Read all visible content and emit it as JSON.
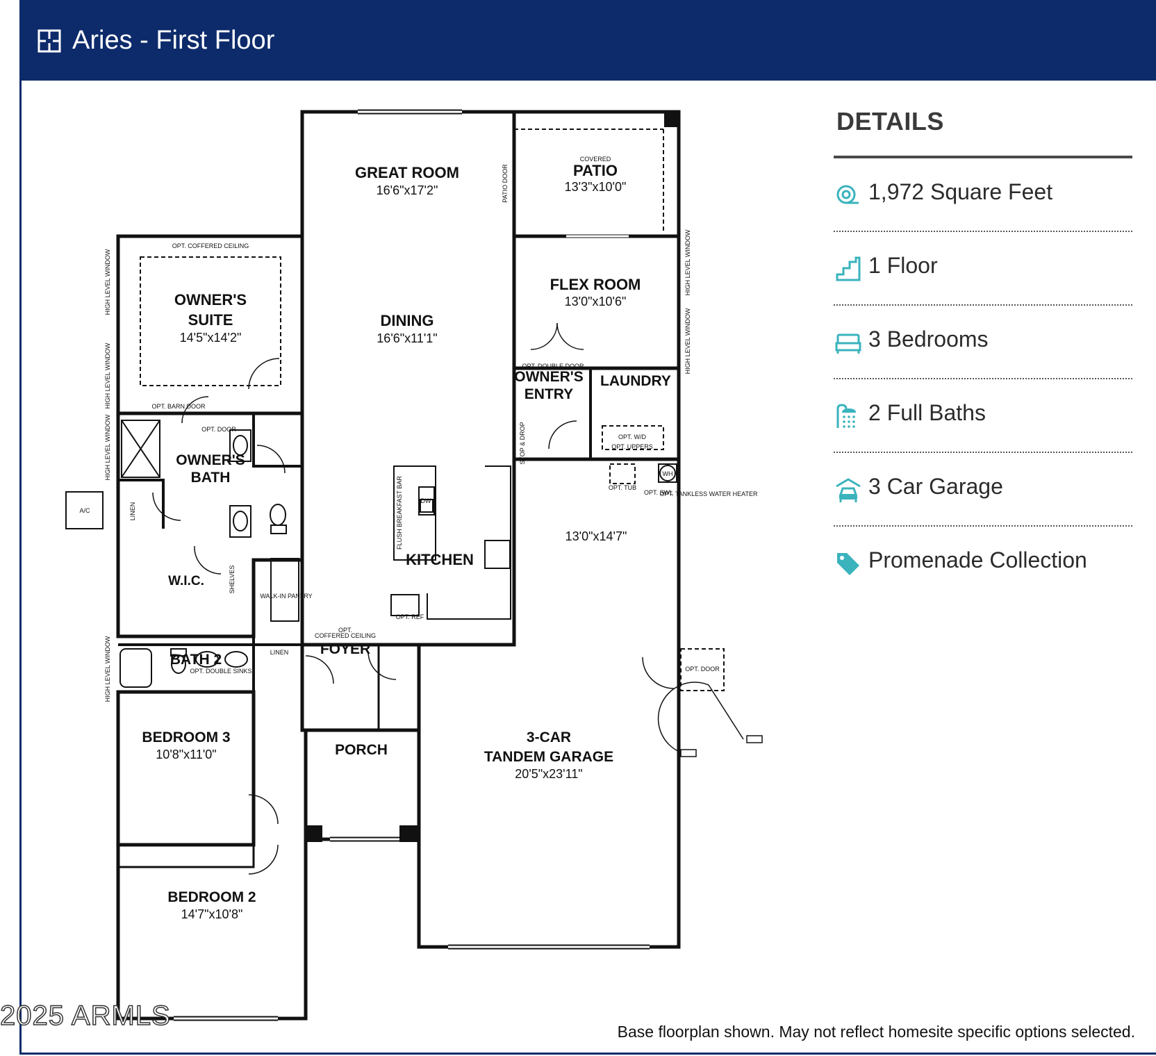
{
  "header": {
    "title": "Aries - First Floor"
  },
  "details": {
    "title": "DETAILS",
    "items": [
      {
        "icon": "square-feet-icon",
        "text": "1,972 Square Feet"
      },
      {
        "icon": "stairs-icon",
        "text": "1 Floor"
      },
      {
        "icon": "bed-icon",
        "text": "3 Bedrooms"
      },
      {
        "icon": "shower-icon",
        "text": "2 Full Baths"
      },
      {
        "icon": "car-icon",
        "text": "3 Car Garage"
      },
      {
        "icon": "tag-icon",
        "text": "Promenade Collection"
      }
    ]
  },
  "footnote": "Base floorplan shown. May not reflect homesite specific options selected.",
  "watermark": "2025 ARMLS",
  "colors": {
    "header_bg": "#0d2b6b",
    "accent": "#3ab3bd",
    "ink": "#111111"
  },
  "plan": {
    "rooms": {
      "great_room": {
        "name": "GREAT ROOM",
        "dim": "16'6\"x17'2\""
      },
      "patio": {
        "note": "COVERED",
        "name": "PATIO",
        "dim": "13'3\"x10'0\""
      },
      "owners_suite": {
        "name1": "OWNER'S",
        "name2": "SUITE",
        "dim": "14'5\"x14'2\""
      },
      "dining": {
        "name": "DINING",
        "dim": "16'6\"x11'1\""
      },
      "flex_room": {
        "name": "FLEX ROOM",
        "dim": "13'0\"x10'6\""
      },
      "owners_entry": {
        "name1": "OWNER'S",
        "name2": "ENTRY"
      },
      "laundry": {
        "name": "LAUNDRY"
      },
      "owners_bath": {
        "name1": "OWNER'S",
        "name2": "BATH"
      },
      "kitchen": {
        "name": "KITCHEN"
      },
      "wic": {
        "name": "W.I.C."
      },
      "bath2": {
        "name": "BATH 2"
      },
      "foyer": {
        "name": "FOYER"
      },
      "bedroom3": {
        "name": "BEDROOM 3",
        "dim": "10'8\"x11'0\""
      },
      "porch": {
        "name": "PORCH"
      },
      "garage": {
        "name1": "3-CAR",
        "name2": "TANDEM GARAGE",
        "dim": "20'5\"x23'11\"",
        "tandem_dim": "13'0\"x14'7\""
      },
      "bedroom2": {
        "name": "BEDROOM 2",
        "dim": "14'7\"x10'8\""
      }
    },
    "notes": {
      "opt_coffered": "OPT. COFFERED CEILING",
      "high_level_window": "HIGH LEVEL WINDOW",
      "patio_door": "PATIO DOOR",
      "opt_barn_door": "OPT. BARN DOOR",
      "opt_door": "OPT. DOOR",
      "opt_double_door": "OPT. DOUBLE DOOR",
      "stop_drop": "STOP & DROP",
      "opt_wd": "OPT. W/D",
      "opt_uppers": "OPT. UPPERS",
      "opt_tub": "OPT. TUB",
      "wh": "WH",
      "opt_swl": "OPT. SWL",
      "opt_tankless": "OPT. TANKLESS WATER HEATER",
      "ac": "A/C",
      "linen": "LINEN",
      "dw": "DW",
      "flush_breakfast_bar": "FLUSH BREAKFAST BAR",
      "shelves": "SHELVES",
      "walk_in_pantry": "WALK-IN PANTRY",
      "opt_ref": "OPT. REF",
      "opt_double_sinks": "OPT. DOUBLE SINKS",
      "opt": "OPT.",
      "coffered_ceiling": "COFFERED CEILING"
    }
  }
}
